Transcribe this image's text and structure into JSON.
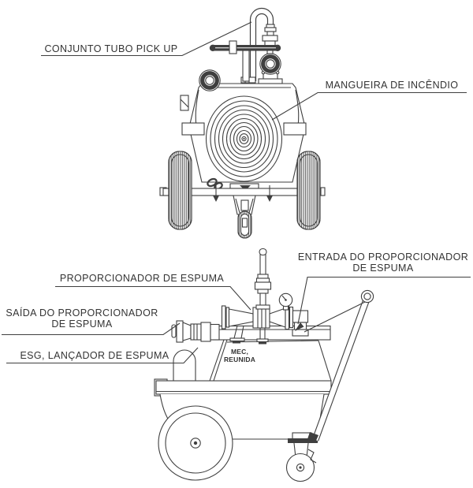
{
  "title": "Foam firefighting trailer technical diagram",
  "colors": {
    "line": "#3f3f3f",
    "text": "#333333",
    "background": "#ffffff"
  },
  "labels": {
    "pickup": {
      "text": "CONJUNTO TUBO PICK UP"
    },
    "hose": {
      "text": "MANGUEIRA DE INCÊNDIO"
    },
    "entrada": {
      "line1": "ENTRADA DO PROPORCIONADOR",
      "line2": "DE ESPUMA"
    },
    "proporcionador": {
      "text": "PROPORCIONADOR DE ESPUMA"
    },
    "saida": {
      "line1": "SAÍDA DO PROPORCIONADOR",
      "line2": "DE ESPUMA"
    },
    "esg": {
      "text": "ESG, LANÇADOR DE ESPUMA"
    },
    "mec": {
      "line1": "MEC,",
      "line2": "REUNIDA"
    }
  }
}
